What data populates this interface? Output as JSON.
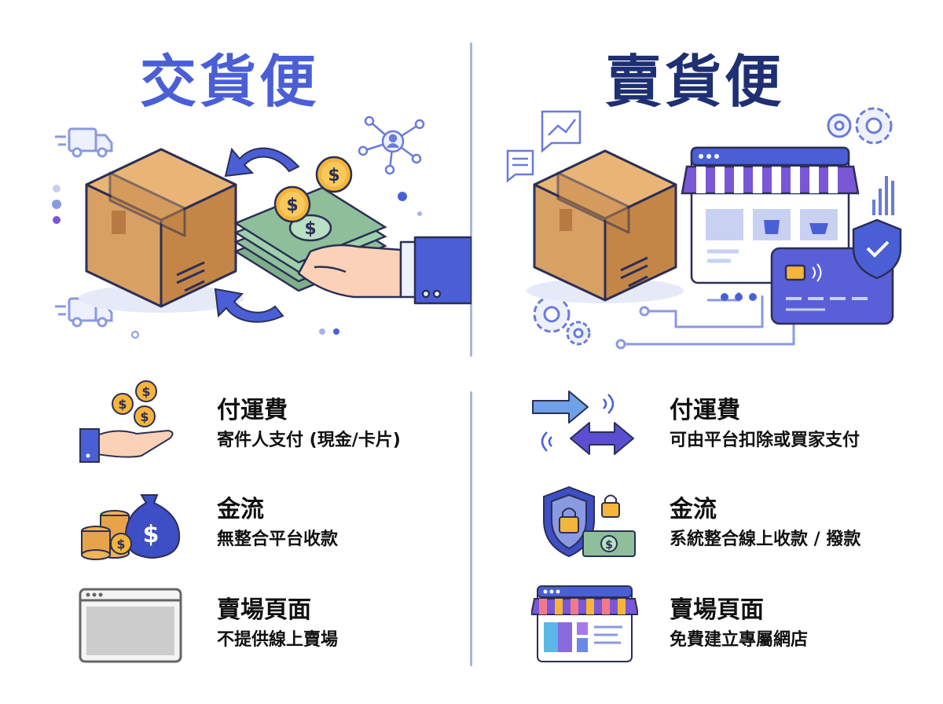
{
  "left": {
    "title": "交貨便",
    "title_color": "#4a5fd6",
    "features": [
      {
        "heading": "付運費",
        "sub": "寄件人支付 (現金/卡片)",
        "icon": "coins-in-hand-icon"
      },
      {
        "heading": "金流",
        "sub": "無整合平台收款",
        "icon": "money-bag-icon"
      },
      {
        "heading": "賣場頁面",
        "sub": "不提供線上賣場",
        "icon": "blank-browser-icon"
      }
    ]
  },
  "right": {
    "title": "賣貨便",
    "title_color": "#1e2f73",
    "features": [
      {
        "heading": "付運費",
        "sub": "可由平台扣除或買家支付",
        "icon": "transfer-arrows-icon"
      },
      {
        "heading": "金流",
        "sub": "系統整合線上收款 / 撥款",
        "icon": "secure-payment-icon"
      },
      {
        "heading": "賣場頁面",
        "sub": "免費建立專屬網店",
        "icon": "online-store-icon"
      }
    ]
  },
  "colors": {
    "box": "#d9a064",
    "box_dark": "#b77a42",
    "outline": "#2b2f55",
    "accent": "#4a5fd6",
    "purple": "#7a57d6",
    "money": "#8ebf9a",
    "coin": "#f5b43a",
    "divider": "#aab4dc"
  }
}
